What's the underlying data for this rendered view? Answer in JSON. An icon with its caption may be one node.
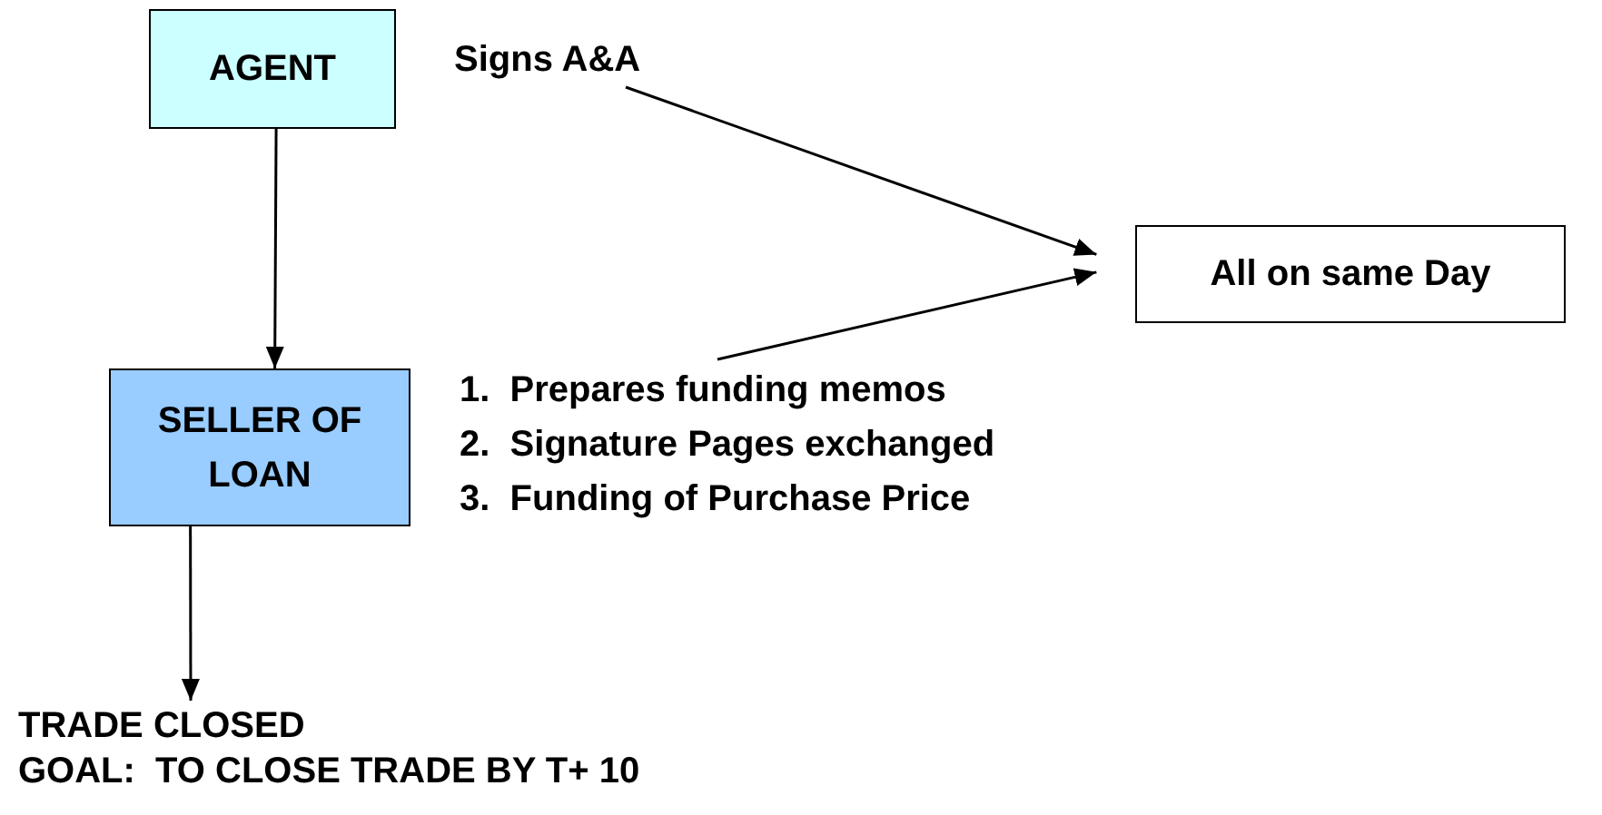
{
  "diagram": {
    "nodes": [
      {
        "text": [
          "AGENT"
        ]
      },
      {
        "text": [
          "Signs A&A"
        ]
      },
      {
        "text": [
          "All on same Day"
        ]
      },
      {
        "text": [
          "SELLER OF LOAN"
        ]
      },
      {
        "text": [
          "1.  Prepares funding memos",
          "2.  Signature Pages exchanged",
          "3.  Funding of Purchase Price"
        ]
      },
      {
        "text": [
          "TRADE CLOSED"
        ]
      }
    ],
    "edges": [
      {
        "from": 0,
        "to": 3,
        "arrow": "to"
      },
      {
        "from": 1,
        "to": 2,
        "arrow": "to"
      },
      {
        "from": 4,
        "to": 2,
        "arrow": "to"
      },
      {
        "from": 3,
        "to": 5,
        "arrow": "to"
      }
    ],
    "labels": [
      "GOAL:  TO CLOSE TRADE BY T+ 10"
    ]
  }
}
